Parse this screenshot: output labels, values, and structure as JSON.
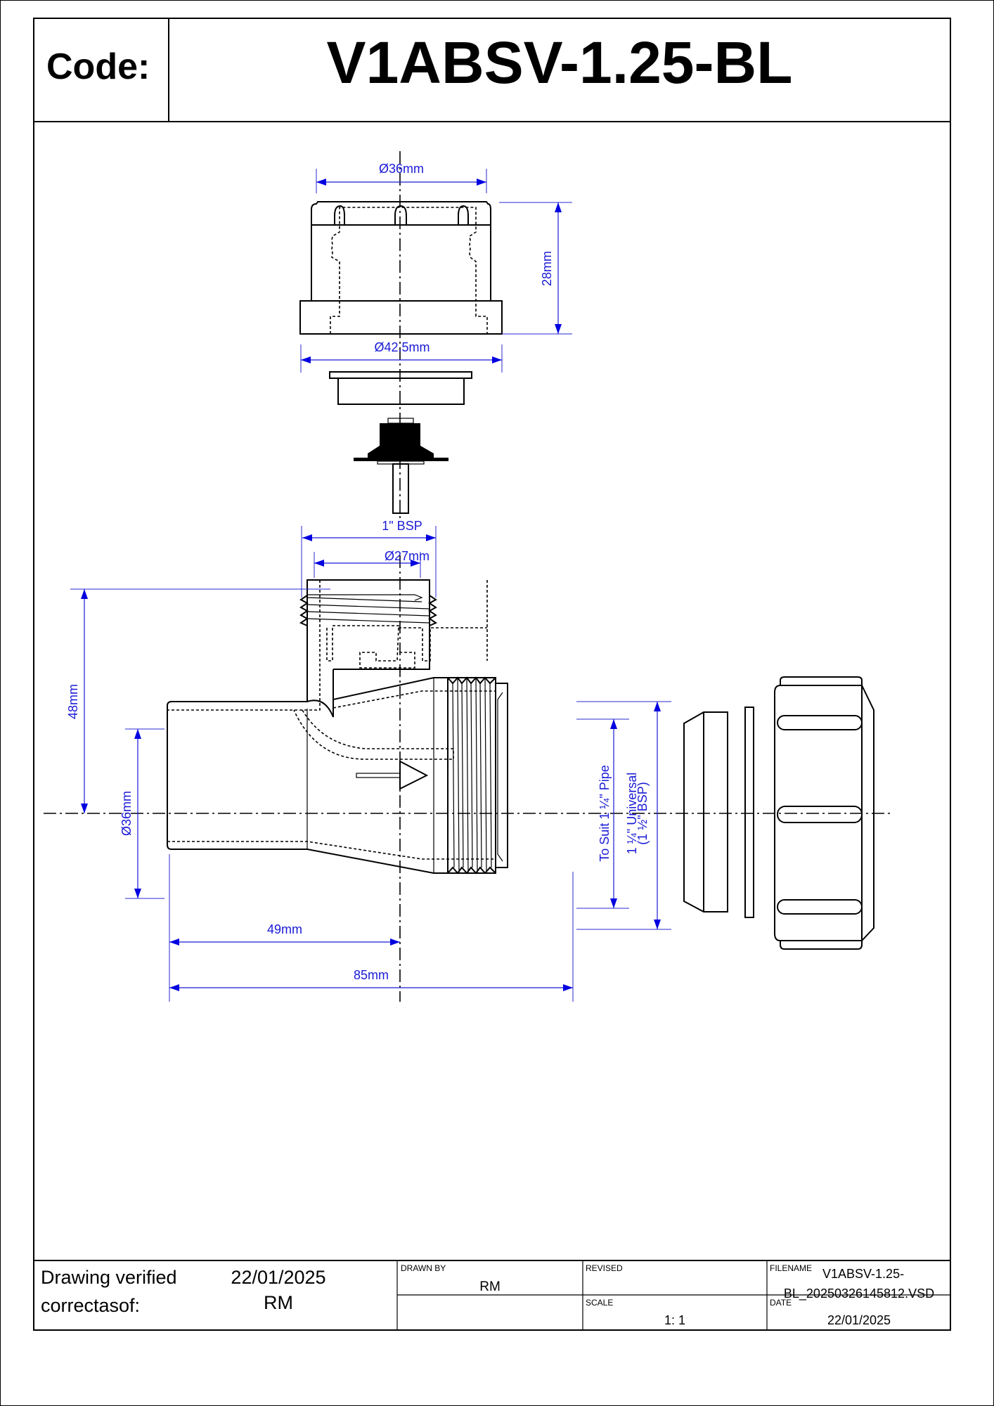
{
  "header": {
    "code_label": "Code:",
    "code_value": "V1ABSV-1.25-BL"
  },
  "dimensions": {
    "cap_diameter": "Ø36mm",
    "cap_height": "28mm",
    "flange_diameter": "Ø42.5mm",
    "thread_bsp": "1\" BSP",
    "spigot_diameter": "Ø27mm",
    "height_48": "48mm",
    "inlet_diameter": "Ø36mm",
    "length_49": "49mm",
    "length_85": "85mm",
    "to_suit_pipe": "To Suit 1 ¼\" Pipe",
    "universal_line1": "1 ¼\" Universal",
    "universal_line2": "(1 ½\" BSP)"
  },
  "title_block": {
    "verified_label_1": "Drawing verified",
    "verified_label_2": "correctasof:",
    "verified_date": "22/01/2025",
    "verified_by": "RM",
    "drawn_by_label": "DRAWN BY",
    "drawn_by": "RM",
    "revised_label": "REVISED",
    "scale_label": "SCALE",
    "scale": "1: 1",
    "filename_label": "FILENAME",
    "filename_1": "V1ABSV-1.25-",
    "filename_2": "BL_20250326145812.VSD",
    "date_label": "DATE",
    "date": "22/01/2025"
  },
  "colors": {
    "dimension": "#1a1ad6",
    "line": "#000000"
  }
}
